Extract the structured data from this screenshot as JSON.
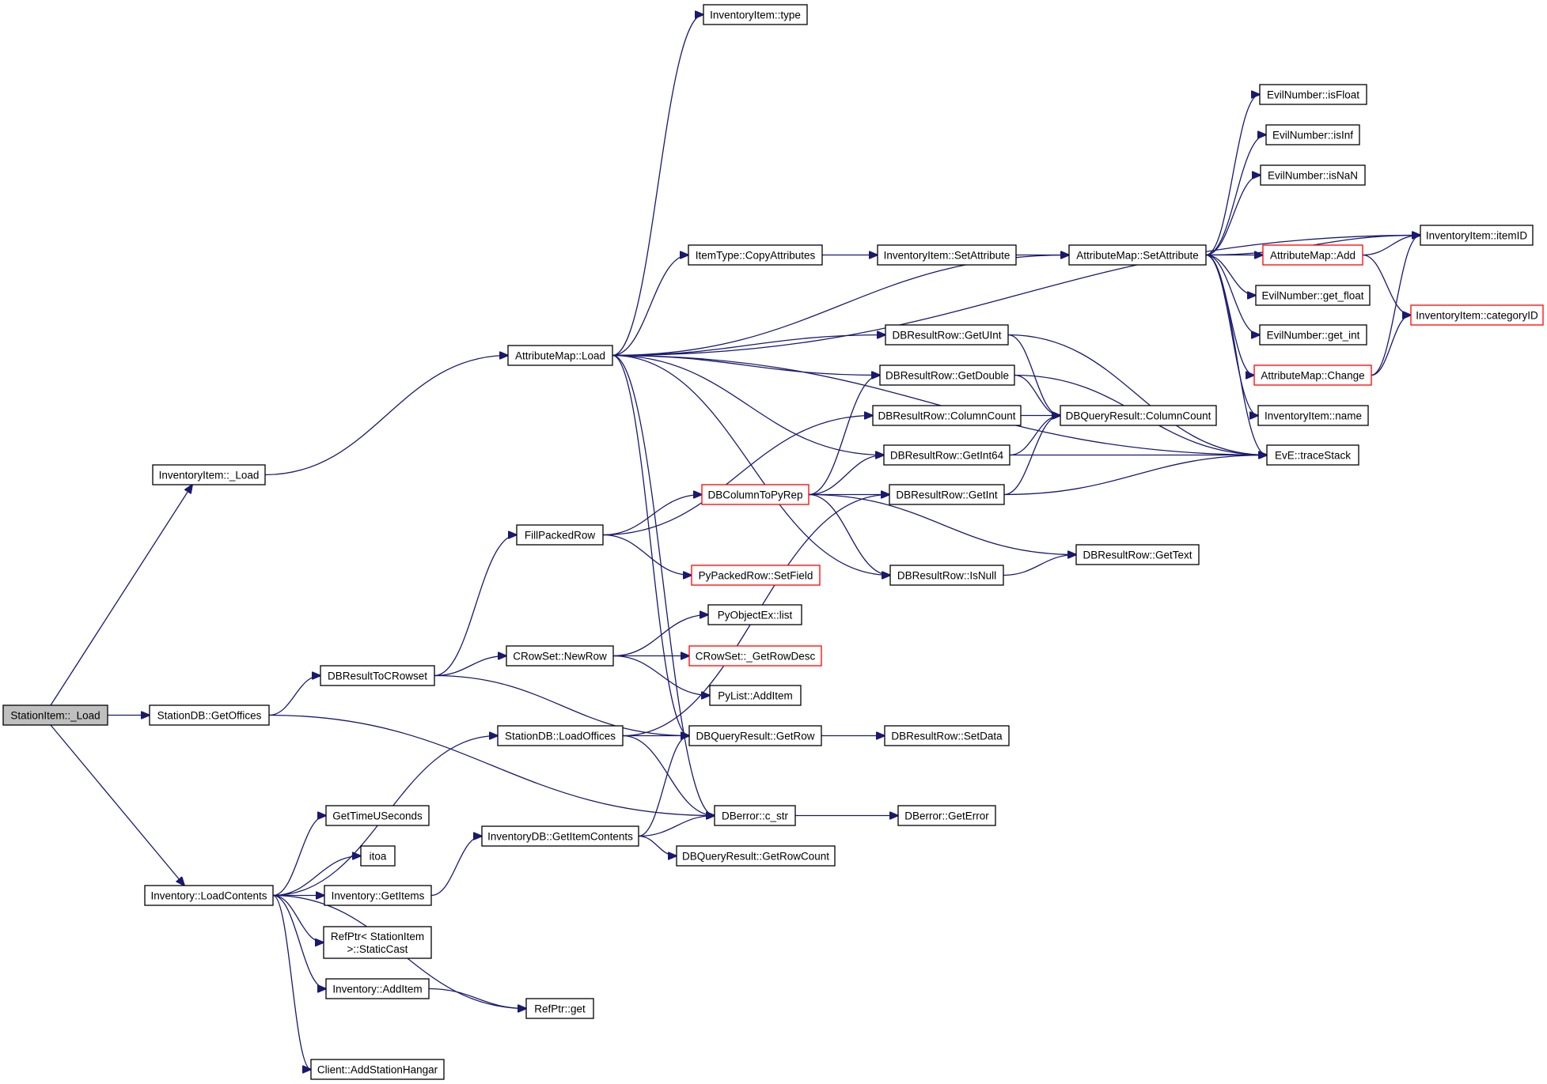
{
  "graph": {
    "type": "call-graph",
    "root": "StationItem::_Load",
    "colors": {
      "edge": "#191970",
      "node_border": "#000000",
      "truncated_node_border": "#ff0000",
      "root_fill": "#bfbfbf"
    },
    "nodes": [
      {
        "id": "n0",
        "label": "StationItem::_Load",
        "kind": "root"
      },
      {
        "id": "n1",
        "label": "InventoryItem::_Load",
        "kind": "normal"
      },
      {
        "id": "n2",
        "label": "StationDB::GetOffices",
        "kind": "normal"
      },
      {
        "id": "n3",
        "label": "Inventory::LoadContents",
        "kind": "normal"
      },
      {
        "id": "n4",
        "label": "AttributeMap::Load",
        "kind": "normal"
      },
      {
        "id": "n5",
        "label": "InventoryItem::type",
        "kind": "normal"
      },
      {
        "id": "n6",
        "label": "ItemType::CopyAttributes",
        "kind": "normal"
      },
      {
        "id": "n7",
        "label": "InventoryItem::SetAttribute",
        "kind": "normal"
      },
      {
        "id": "n8",
        "label": "AttributeMap::SetAttribute",
        "kind": "normal"
      },
      {
        "id": "n9",
        "label": "EvilNumber::isFloat",
        "kind": "normal"
      },
      {
        "id": "n10",
        "label": "EvilNumber::isInf",
        "kind": "normal"
      },
      {
        "id": "n11",
        "label": "EvilNumber::isNaN",
        "kind": "normal"
      },
      {
        "id": "n12",
        "label": "InventoryItem::itemID",
        "kind": "normal"
      },
      {
        "id": "n13",
        "label": "AttributeMap::Add",
        "kind": "truncated"
      },
      {
        "id": "n14",
        "label": "EvilNumber::get_float",
        "kind": "normal"
      },
      {
        "id": "n15",
        "label": "InventoryItem::categoryID",
        "kind": "truncated"
      },
      {
        "id": "n16",
        "label": "EvilNumber::get_int",
        "kind": "normal"
      },
      {
        "id": "n17",
        "label": "AttributeMap::Change",
        "kind": "truncated"
      },
      {
        "id": "n18",
        "label": "InventoryItem::name",
        "kind": "normal"
      },
      {
        "id": "n19",
        "label": "EvE::traceStack",
        "kind": "normal"
      },
      {
        "id": "n20",
        "label": "DBResultRow::GetUInt",
        "kind": "normal"
      },
      {
        "id": "n21",
        "label": "DBResultRow::GetDouble",
        "kind": "normal"
      },
      {
        "id": "n22",
        "label": "DBResultRow::ColumnCount",
        "kind": "normal"
      },
      {
        "id": "n23",
        "label": "DBQueryResult::ColumnCount",
        "kind": "normal"
      },
      {
        "id": "n24",
        "label": "DBResultRow::GetInt64",
        "kind": "normal"
      },
      {
        "id": "n25",
        "label": "DBColumnToPyRep",
        "kind": "truncated"
      },
      {
        "id": "n26",
        "label": "DBResultRow::GetInt",
        "kind": "normal"
      },
      {
        "id": "n27",
        "label": "FillPackedRow",
        "kind": "normal"
      },
      {
        "id": "n28",
        "label": "PyPackedRow::SetField",
        "kind": "truncated"
      },
      {
        "id": "n29",
        "label": "DBResultRow::IsNull",
        "kind": "normal"
      },
      {
        "id": "n30",
        "label": "DBResultRow::GetText",
        "kind": "normal"
      },
      {
        "id": "n31",
        "label": "PyObjectEx::list",
        "kind": "normal"
      },
      {
        "id": "n32",
        "label": "CRowSet::NewRow",
        "kind": "normal"
      },
      {
        "id": "n33",
        "label": "CRowSet::_GetRowDesc",
        "kind": "truncated"
      },
      {
        "id": "n34",
        "label": "DBResultToCRowset",
        "kind": "normal"
      },
      {
        "id": "n35",
        "label": "PyList::AddItem",
        "kind": "normal"
      },
      {
        "id": "n36",
        "label": "StationDB::LoadOffices",
        "kind": "normal"
      },
      {
        "id": "n37",
        "label": "DBQueryResult::GetRow",
        "kind": "normal"
      },
      {
        "id": "n38",
        "label": "DBResultRow::SetData",
        "kind": "normal"
      },
      {
        "id": "n39",
        "label": "GetTimeUSeconds",
        "kind": "normal"
      },
      {
        "id": "n40",
        "label": "DBerror::c_str",
        "kind": "normal"
      },
      {
        "id": "n41",
        "label": "DBerror::GetError",
        "kind": "normal"
      },
      {
        "id": "n42",
        "label": "InventoryDB::GetItemContents",
        "kind": "normal"
      },
      {
        "id": "n43",
        "label": "itoa",
        "kind": "normal"
      },
      {
        "id": "n44",
        "label": "DBQueryResult::GetRowCount",
        "kind": "normal"
      },
      {
        "id": "n45",
        "label": "Inventory::GetItems",
        "kind": "normal"
      },
      {
        "id": "n46",
        "label": "RefPtr< StationItem\n >::StaticCast",
        "kind": "normal"
      },
      {
        "id": "n47",
        "label": "Inventory::AddItem",
        "kind": "normal"
      },
      {
        "id": "n48",
        "label": "RefPtr::get",
        "kind": "normal"
      },
      {
        "id": "n49",
        "label": "Client::AddStationHangar",
        "kind": "normal"
      }
    ],
    "edges": [
      [
        "n0",
        "n1"
      ],
      [
        "n0",
        "n2"
      ],
      [
        "n0",
        "n3"
      ],
      [
        "n1",
        "n4"
      ],
      [
        "n4",
        "n5"
      ],
      [
        "n4",
        "n12"
      ],
      [
        "n4",
        "n6"
      ],
      [
        "n4",
        "n8"
      ],
      [
        "n4",
        "n19"
      ],
      [
        "n4",
        "n20"
      ],
      [
        "n4",
        "n21"
      ],
      [
        "n4",
        "n24"
      ],
      [
        "n4",
        "n29"
      ],
      [
        "n4",
        "n37"
      ],
      [
        "n4",
        "n40"
      ],
      [
        "n6",
        "n7"
      ],
      [
        "n7",
        "n8"
      ],
      [
        "n8",
        "n9"
      ],
      [
        "n8",
        "n10"
      ],
      [
        "n8",
        "n11"
      ],
      [
        "n8",
        "n12"
      ],
      [
        "n8",
        "n13"
      ],
      [
        "n8",
        "n14"
      ],
      [
        "n8",
        "n16"
      ],
      [
        "n8",
        "n17"
      ],
      [
        "n8",
        "n18"
      ],
      [
        "n8",
        "n19"
      ],
      [
        "n13",
        "n12"
      ],
      [
        "n13",
        "n15"
      ],
      [
        "n17",
        "n12"
      ],
      [
        "n17",
        "n15"
      ],
      [
        "n20",
        "n23"
      ],
      [
        "n20",
        "n19"
      ],
      [
        "n21",
        "n23"
      ],
      [
        "n21",
        "n19"
      ],
      [
        "n22",
        "n23"
      ],
      [
        "n24",
        "n23"
      ],
      [
        "n24",
        "n19"
      ],
      [
        "n26",
        "n23"
      ],
      [
        "n26",
        "n19"
      ],
      [
        "n29",
        "n30"
      ],
      [
        "n25",
        "n21"
      ],
      [
        "n25",
        "n24"
      ],
      [
        "n25",
        "n26"
      ],
      [
        "n25",
        "n30"
      ],
      [
        "n25",
        "n29"
      ],
      [
        "n27",
        "n22"
      ],
      [
        "n27",
        "n25"
      ],
      [
        "n27",
        "n28"
      ],
      [
        "n2",
        "n34"
      ],
      [
        "n2",
        "n40"
      ],
      [
        "n34",
        "n27"
      ],
      [
        "n34",
        "n32"
      ],
      [
        "n34",
        "n37"
      ],
      [
        "n32",
        "n31"
      ],
      [
        "n32",
        "n33"
      ],
      [
        "n32",
        "n35"
      ],
      [
        "n36",
        "n37"
      ],
      [
        "n36",
        "n40"
      ],
      [
        "n36",
        "n26"
      ],
      [
        "n37",
        "n38"
      ],
      [
        "n40",
        "n41"
      ],
      [
        "n42",
        "n37"
      ],
      [
        "n42",
        "n40"
      ],
      [
        "n42",
        "n44"
      ],
      [
        "n3",
        "n36"
      ],
      [
        "n3",
        "n39"
      ],
      [
        "n3",
        "n43"
      ],
      [
        "n3",
        "n45"
      ],
      [
        "n3",
        "n46"
      ],
      [
        "n3",
        "n47"
      ],
      [
        "n3",
        "n48"
      ],
      [
        "n3",
        "n49"
      ],
      [
        "n45",
        "n42"
      ],
      [
        "n47",
        "n48"
      ]
    ]
  }
}
